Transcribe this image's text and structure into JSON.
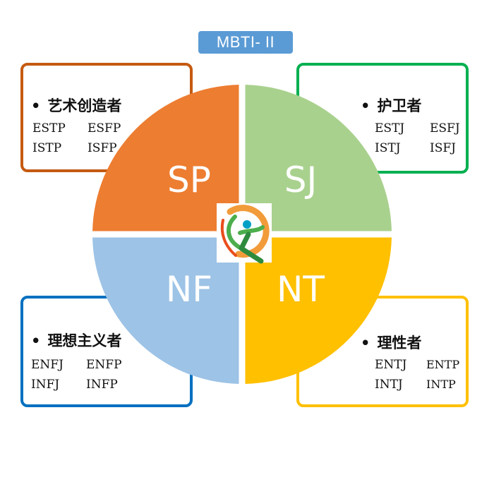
{
  "title": "MBTI- II",
  "colors": {
    "title_badge": "#5b9bd5",
    "sp": "#ed7d31",
    "sj": "#a9d18e",
    "nf": "#9dc3e6",
    "nt": "#ffc000",
    "sp_border": "#c55a11",
    "sj_border": "#00b050",
    "nf_border": "#0070c0",
    "nt_border": "#ffc000"
  },
  "quadrants": {
    "sp": "SP",
    "sj": "SJ",
    "nf": "NF",
    "nt": "NT"
  },
  "groups": {
    "sp": {
      "bullet": "•",
      "name": "艺术创造者",
      "types": [
        "ESTP",
        "ESFP",
        "ISTP",
        "ISFP"
      ]
    },
    "sj": {
      "bullet": "•",
      "name": "护卫者",
      "types": [
        "ESTJ",
        "ESFJ",
        "ISTJ",
        "ISFJ"
      ]
    },
    "nf": {
      "bullet": "•",
      "name": "理想主义者",
      "types": [
        "ENFJ",
        "ENFP",
        "INFJ",
        "INFP"
      ]
    },
    "nt": {
      "bullet": "•",
      "name": "理性者",
      "types": [
        "ENTJ",
        "ENTP",
        "INTJ",
        "INTP"
      ]
    }
  },
  "logo": {
    "icon": "person-swoosh-logo"
  }
}
